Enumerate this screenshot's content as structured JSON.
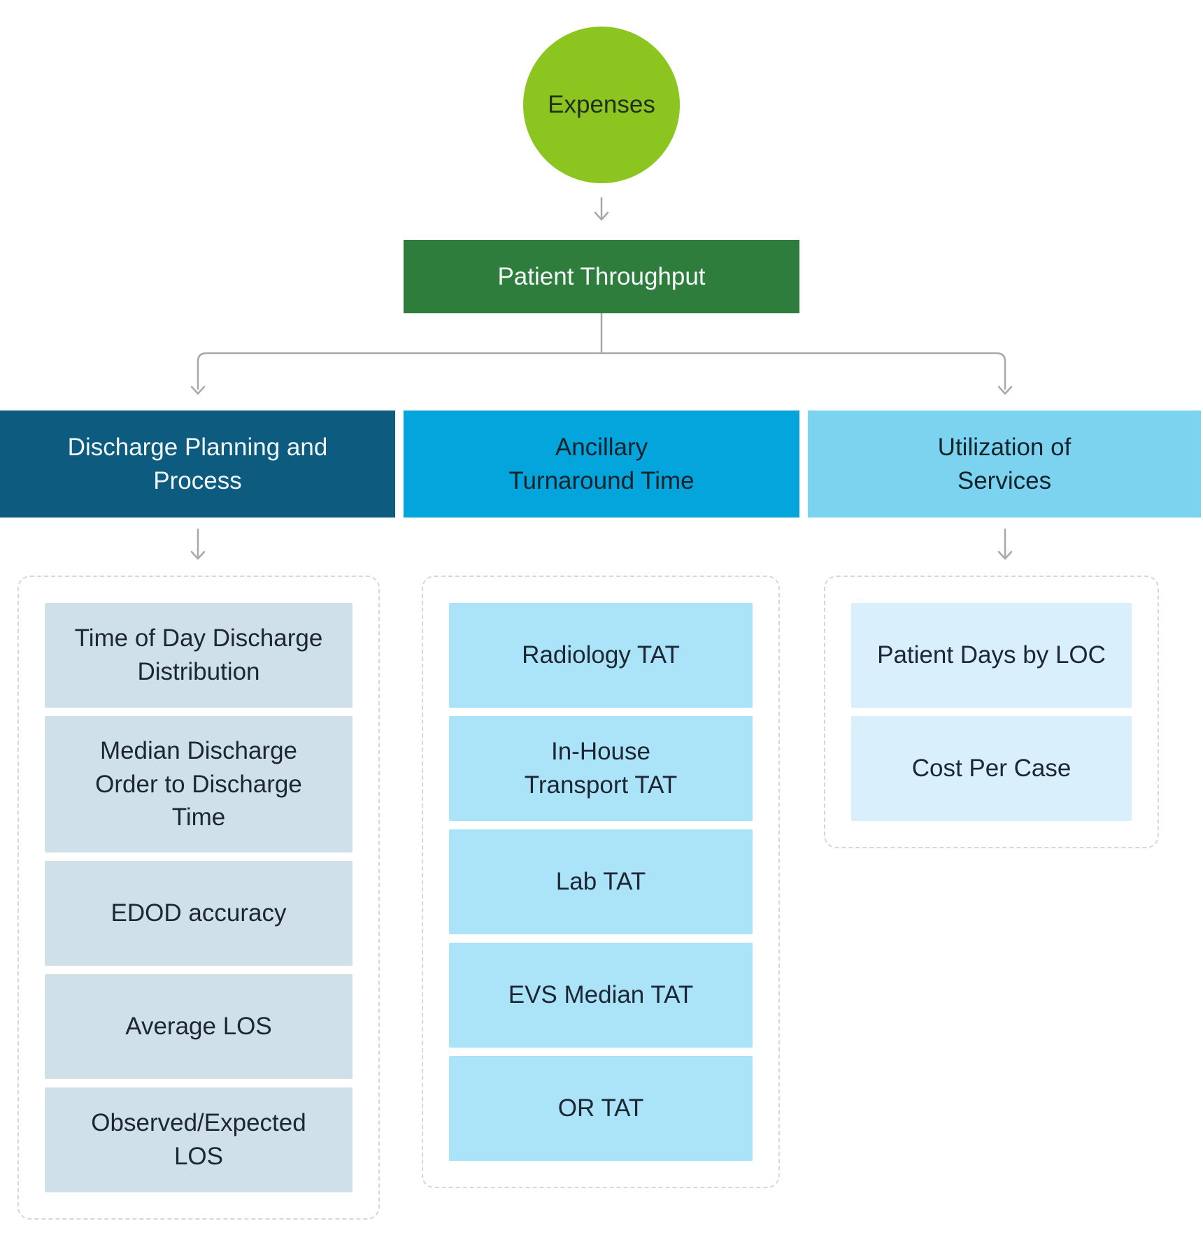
{
  "diagram": {
    "expenses": {
      "label": "Expenses"
    },
    "throughput": {
      "label": "Patient Throughput"
    },
    "columns": [
      {
        "header": {
          "label": "Discharge Planning and\nProcess"
        },
        "items": [
          {
            "label": "Time of Day Discharge\nDistribution"
          },
          {
            "label": "Median Discharge\nOrder to Discharge\nTime"
          },
          {
            "label": "EDOD accuracy"
          },
          {
            "label": "Average LOS"
          },
          {
            "label": "Observed/Expected\nLOS"
          }
        ]
      },
      {
        "header": {
          "label": "Ancillary\nTurnaround Time"
        },
        "items": [
          {
            "label": "Radiology TAT"
          },
          {
            "label": "In-House\nTransport TAT"
          },
          {
            "label": "Lab TAT"
          },
          {
            "label": "EVS Median TAT"
          },
          {
            "label": "OR TAT"
          }
        ]
      },
      {
        "header": {
          "label": "Utilization of\nServices"
        },
        "items": [
          {
            "label": "Patient Days by LOC"
          },
          {
            "label": "Cost Per Case"
          }
        ]
      }
    ],
    "colors": {
      "expenses_circle": "#8cc420",
      "patient_throughput_bar": "#2e7d3c",
      "discharge_header": "#0d5c7f",
      "ancillary_header": "#04a5dc",
      "utilization_header": "#7cd3ef",
      "discharge_items": "#cfe0e9",
      "ancillary_items": "#abe3f8",
      "utilization_items": "#d9effc",
      "connector_line": "#a8a8ac",
      "container_border": "#d7d7db",
      "dark_text": "#1d2733",
      "light_text": "#f5f9fa",
      "background": "#ffffff"
    }
  }
}
